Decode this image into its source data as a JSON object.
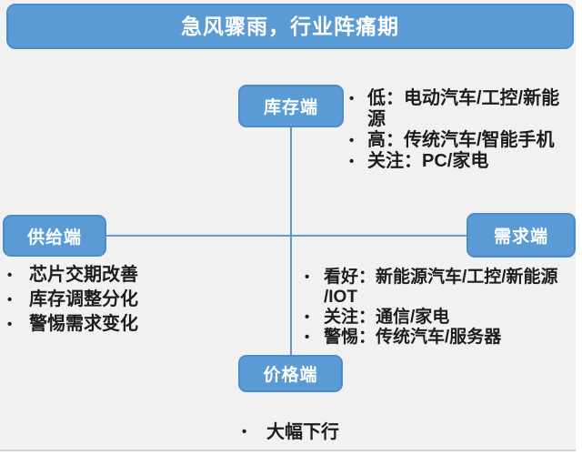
{
  "title": "急风骤雨，行业阵痛期",
  "bullet_char": "•",
  "colors": {
    "accent_fill": "#5B9BD5",
    "accent_border": "#4C8DC9",
    "panel_background": "#F1F1F2",
    "text": "#1D1D1D",
    "title_text": "#FFFFFF"
  },
  "nodes": {
    "inventory": "库存端",
    "supply": "供给端",
    "demand": "需求端",
    "price": "价格端"
  },
  "lists": {
    "inventory": {
      "items": [
        "低：电动汽车/工控/新能\n源",
        "高：传统汽车/智能手机",
        "关注：PC/家电"
      ]
    },
    "supply": {
      "items": [
        "芯片交期改善",
        "库存调整分化",
        "警惕需求变化"
      ]
    },
    "demand": {
      "items": [
        "看好：新能源汽车/工控/新能源\n/IOT",
        "关注：通信/家电",
        "警惕：传统汽车/服务器"
      ]
    },
    "price": {
      "items": [
        "大幅下行"
      ]
    }
  }
}
